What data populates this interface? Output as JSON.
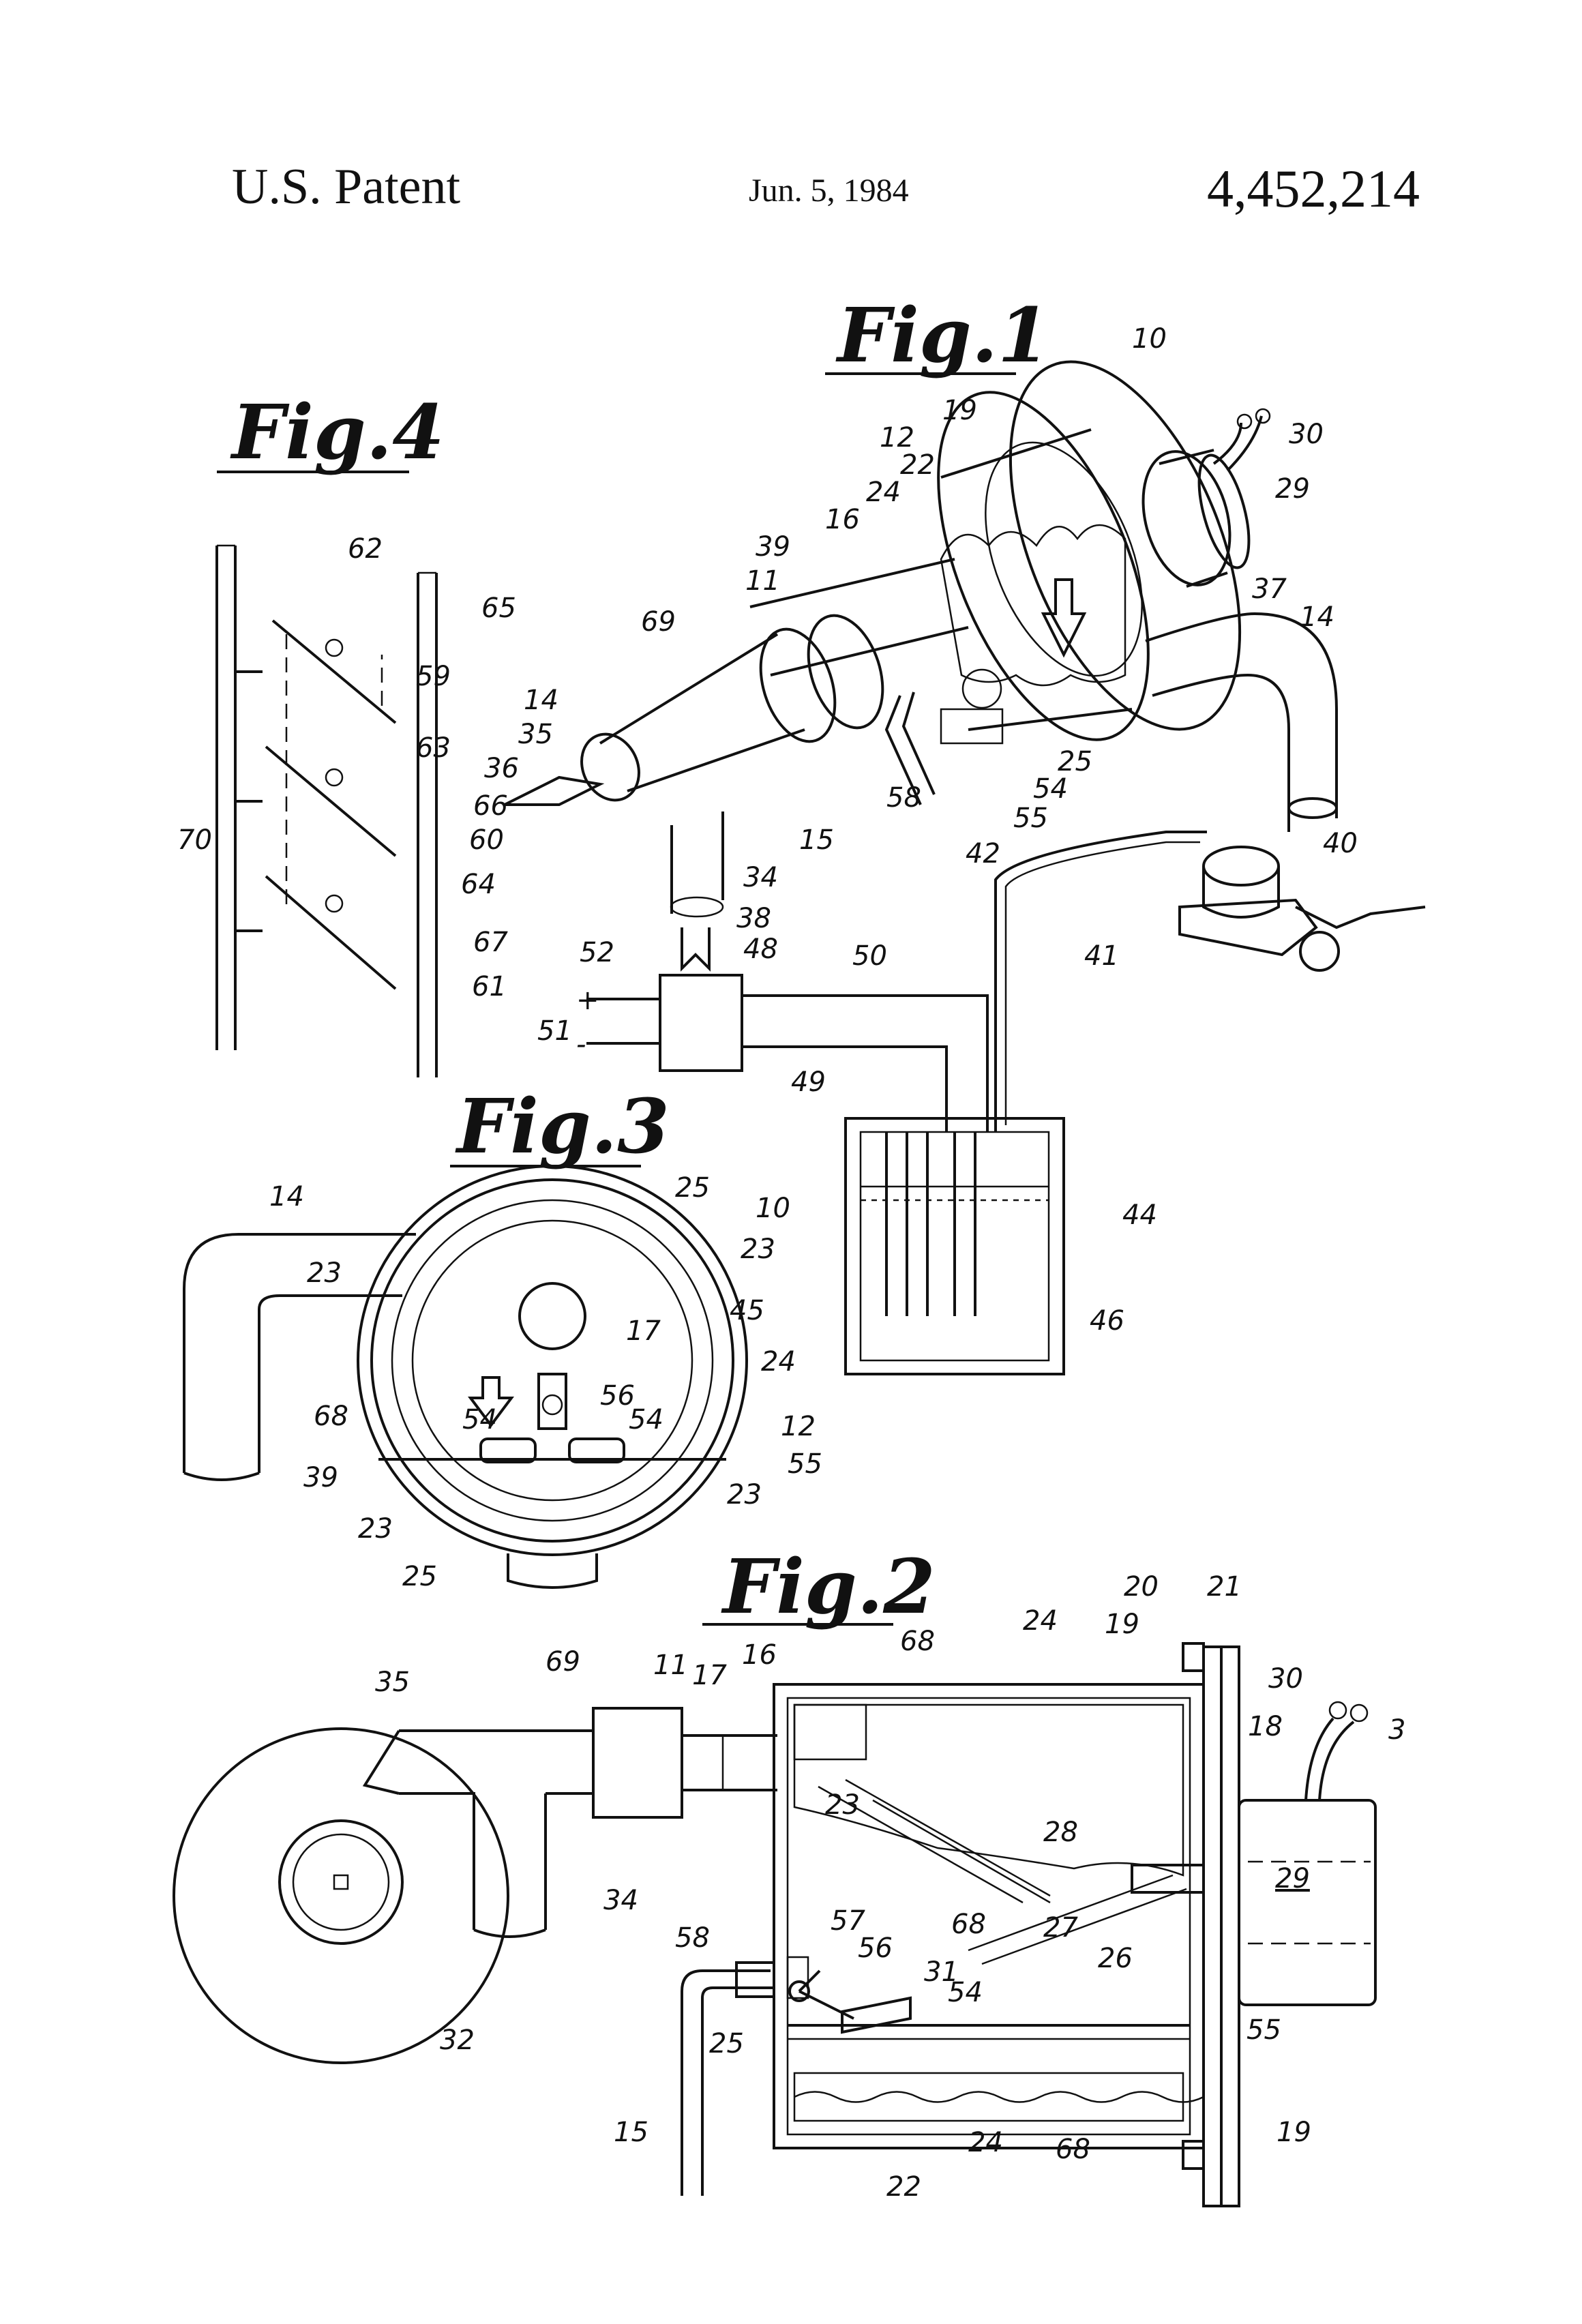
{
  "header": {
    "left": "U.S. Patent",
    "date": "Jun. 5, 1984",
    "patent_number": "4,452,214"
  },
  "figures": {
    "fig1": "Fig.1",
    "fig2": "Fig.2",
    "fig3": "Fig.3",
    "fig4": "Fig.4"
  },
  "fig1_labels": [
    "10",
    "19",
    "12",
    "22",
    "24",
    "16",
    "39",
    "11",
    "69",
    "30",
    "29",
    "37",
    "14",
    "35",
    "36",
    "34",
    "38",
    "15",
    "58",
    "55",
    "54",
    "25",
    "42",
    "40",
    "41",
    "52",
    "48",
    "50",
    "51",
    "49",
    "44",
    "45",
    "46"
  ],
  "fig4_labels": [
    "62",
    "65",
    "59",
    "14",
    "63",
    "66",
    "70",
    "60",
    "64",
    "67",
    "61"
  ],
  "fig3_labels": [
    "14",
    "25",
    "10",
    "23",
    "23",
    "17",
    "24",
    "68",
    "56",
    "54",
    "54",
    "12",
    "39",
    "55",
    "23",
    "23",
    "25"
  ],
  "fig2_labels": [
    "20",
    "21",
    "24",
    "19",
    "68",
    "16",
    "69",
    "11",
    "17",
    "35",
    "30",
    "18",
    "3",
    "23",
    "29",
    "28",
    "34",
    "58",
    "57",
    "56",
    "68",
    "27",
    "31",
    "54",
    "26",
    "32",
    "55",
    "25",
    "15",
    "22",
    "24",
    "68",
    "19"
  ]
}
